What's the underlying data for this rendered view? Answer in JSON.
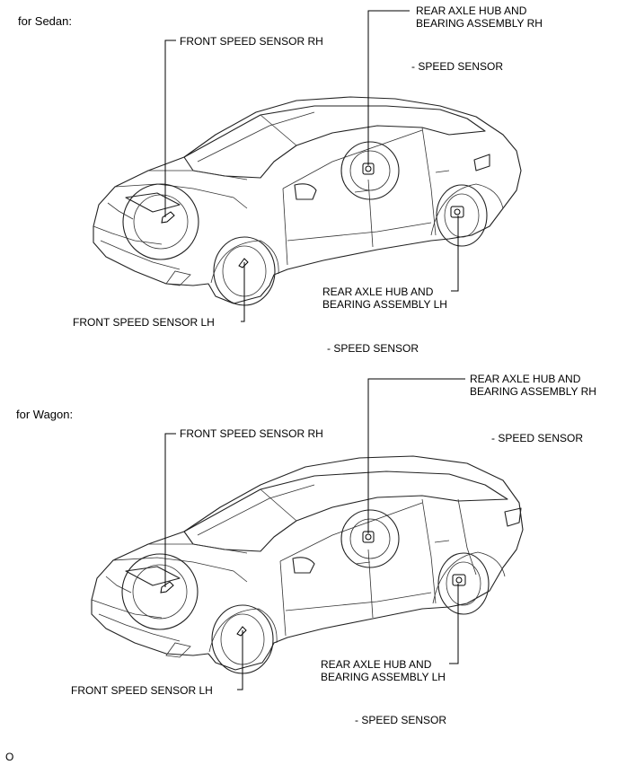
{
  "sedan": {
    "heading": "for Sedan:",
    "rear_rh": [
      "REAR AXLE HUB AND",
      "BEARING ASSEMBLY RH"
    ],
    "rear_rh_sub": "- SPEED SENSOR",
    "front_rh": "FRONT SPEED SENSOR RH",
    "rear_lh": [
      "REAR AXLE HUB AND",
      "BEARING ASSEMBLY LH"
    ],
    "front_lh": "FRONT SPEED SENSOR LH",
    "rear_lh_sub": "- SPEED SENSOR"
  },
  "wagon": {
    "heading": "for Wagon:",
    "rear_rh": [
      "REAR AXLE HUB AND",
      "BEARING ASSEMBLY RH"
    ],
    "rear_rh_sub": "- SPEED SENSOR",
    "front_rh": "FRONT SPEED SENSOR RH",
    "rear_lh": [
      "REAR AXLE HUB AND",
      "BEARING ASSEMBLY LH"
    ],
    "front_lh": "FRONT SPEED SENSOR LH",
    "rear_lh_sub": "- SPEED SENSOR"
  },
  "footer": {
    "code": "O"
  }
}
